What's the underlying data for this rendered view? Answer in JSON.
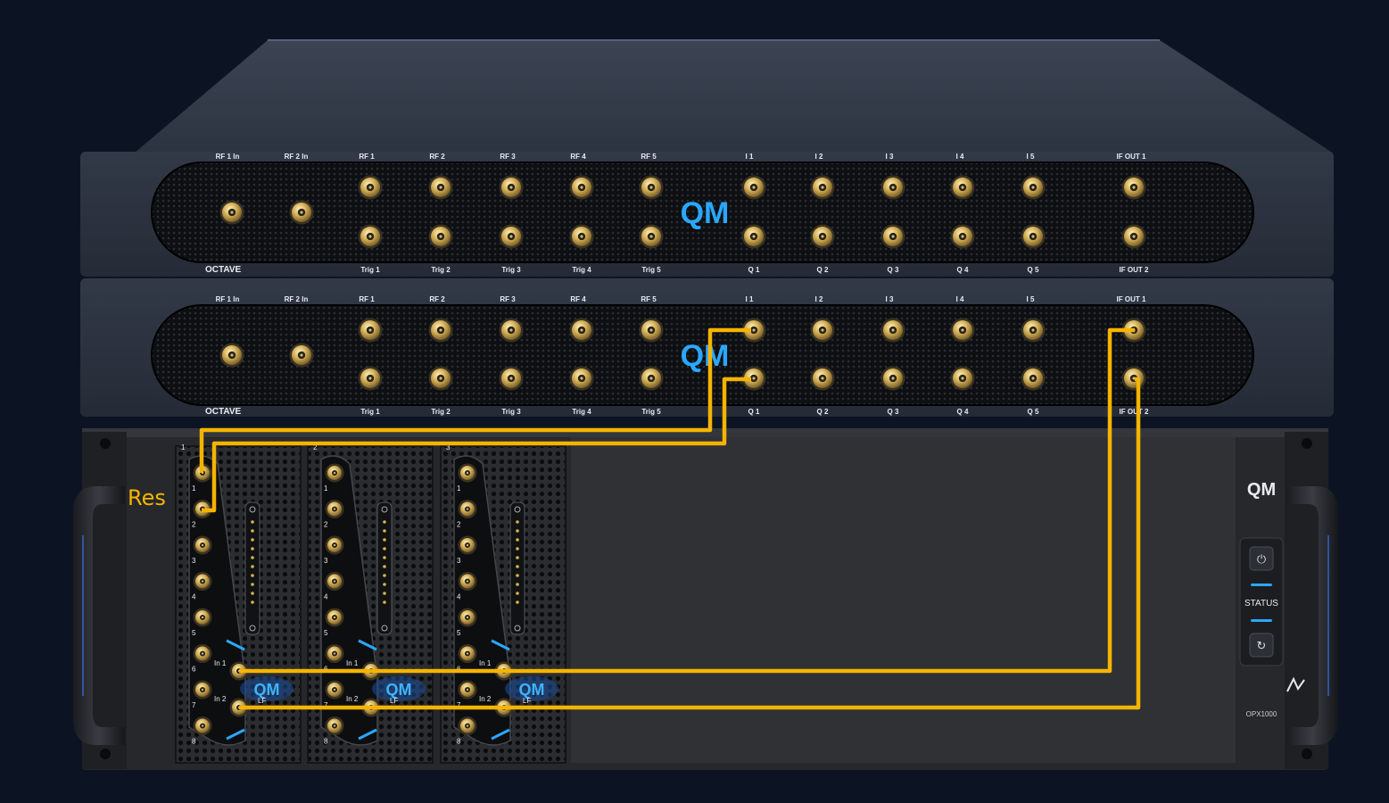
{
  "colors": {
    "background": "#0c1424",
    "cable": "#f5b400",
    "connector_gold": "#c9a24a",
    "accent_blue": "#2aa8ff",
    "octave_body": "#2b3240",
    "opx_body": "#26282c"
  },
  "octave": {
    "brand": "OCTAVE",
    "logo": "QM",
    "top_labels": [
      "RF 1 In",
      "RF 2 In",
      "RF 1",
      "RF 2",
      "RF 3",
      "RF 4",
      "RF 5",
      "I 1",
      "I 2",
      "I 3",
      "I 4",
      "I 5",
      "IF OUT 1"
    ],
    "bottom_labels": [
      "Trig 1",
      "Trig 2",
      "Trig 3",
      "Trig 4",
      "Trig 5",
      "Q 1",
      "Q 2",
      "Q 3",
      "Q 4",
      "Q 5",
      "IF OUT 2"
    ]
  },
  "opx": {
    "logo": "QM",
    "status": "STATUS",
    "model": "OPX1000",
    "slots": [
      {
        "number": "1",
        "module_logo": "QM",
        "module_sub": "LF"
      },
      {
        "number": "2",
        "module_logo": "QM",
        "module_sub": "LF"
      },
      {
        "number": "3",
        "module_logo": "QM",
        "module_sub": "LF"
      }
    ],
    "port_numbers": [
      "1",
      "2",
      "3",
      "4",
      "5",
      "6",
      "7",
      "8"
    ],
    "input_labels": [
      "In 1",
      "In 2"
    ]
  },
  "annotation": {
    "res_label": "Res"
  }
}
